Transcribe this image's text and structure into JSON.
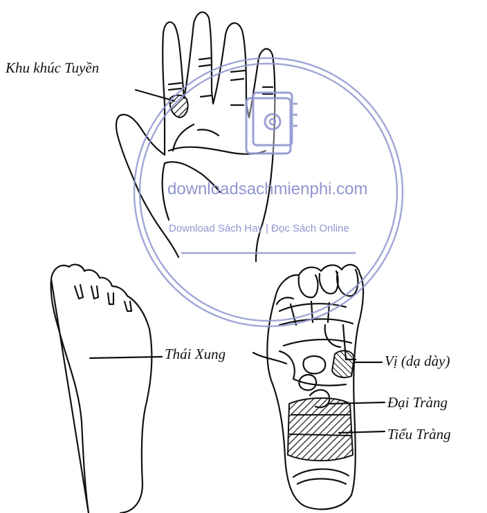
{
  "labels": {
    "hand_zone": "Khu khúc Tuyền",
    "foot_point": "Thái Xung",
    "stomach": "Vị (dạ dày)",
    "large_intestine": "Đại Tràng",
    "small_intestine": "Tiểu Tràng"
  },
  "watermark": {
    "site": "downloadsachmienphi.com",
    "tagline": "Download Sách Hay | Đọc Sách Online",
    "icon": "at-sign-book-icon",
    "color": "#8f96cf"
  }
}
